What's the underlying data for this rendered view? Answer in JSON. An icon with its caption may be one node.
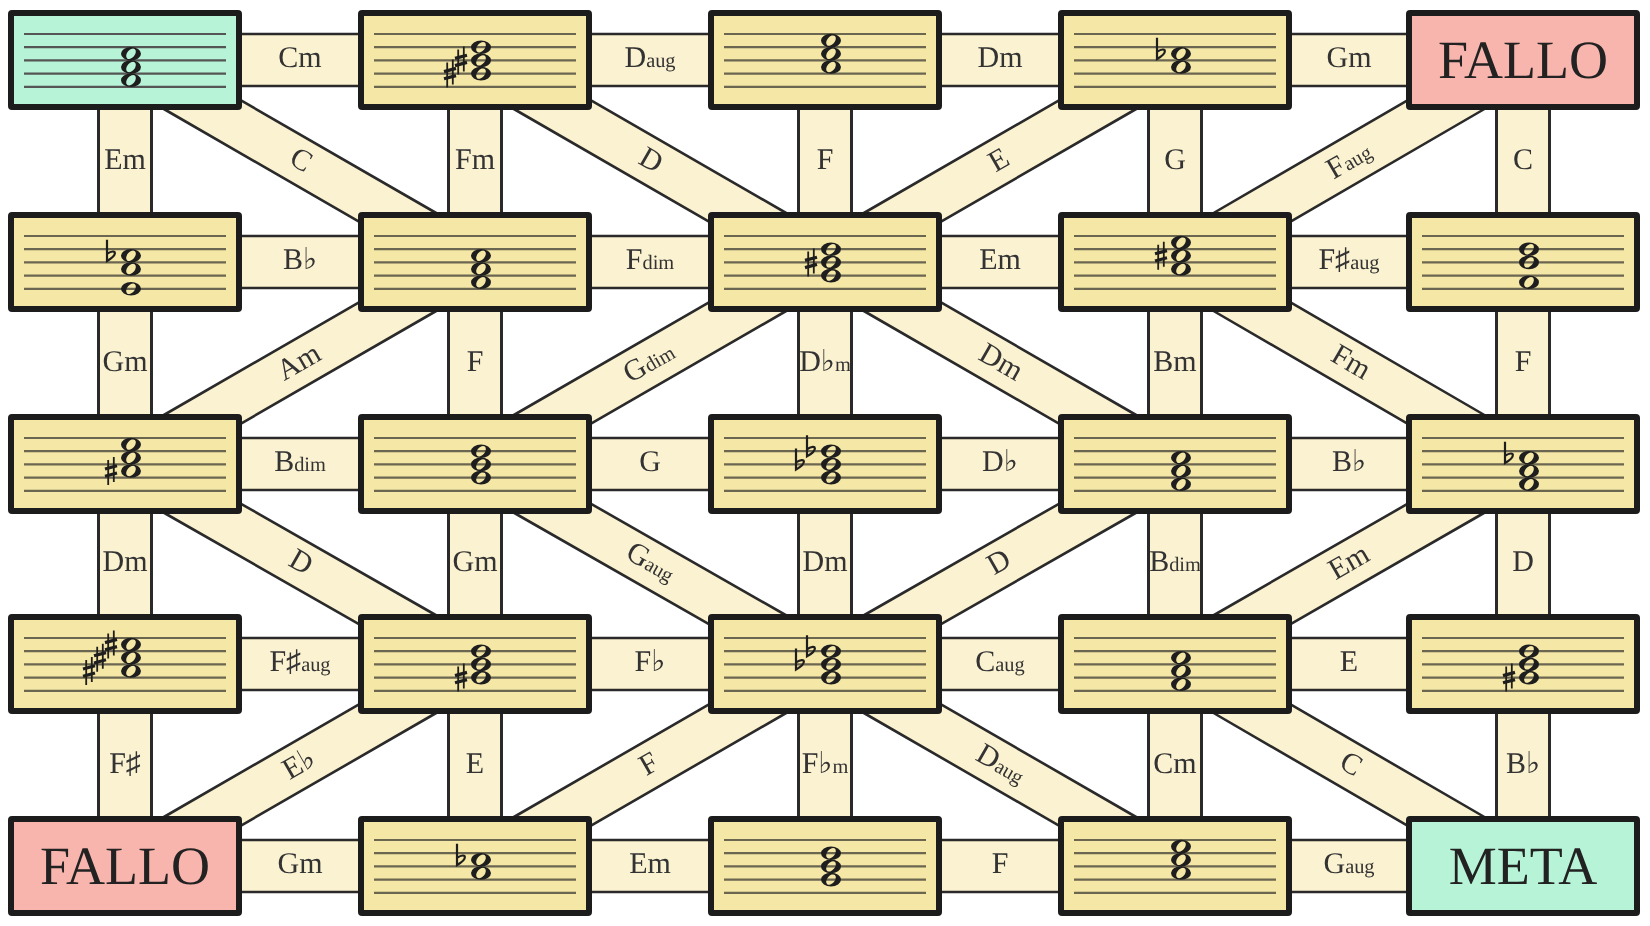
{
  "diagram": {
    "nodes": [
      {
        "text": [],
        "shape": "picture"
      },
      {
        "text": [],
        "shape": "picture"
      },
      {
        "text": [],
        "shape": "picture"
      },
      {
        "text": [],
        "shape": "picture"
      },
      {
        "text": [
          "FALLO"
        ]
      },
      {
        "text": [],
        "shape": "picture"
      },
      {
        "text": [],
        "shape": "picture"
      },
      {
        "text": [],
        "shape": "picture"
      },
      {
        "text": [],
        "shape": "picture"
      },
      {
        "text": [],
        "shape": "picture"
      },
      {
        "text": [],
        "shape": "picture"
      },
      {
        "text": [],
        "shape": "picture"
      },
      {
        "text": [],
        "shape": "picture"
      },
      {
        "text": [],
        "shape": "picture"
      },
      {
        "text": [],
        "shape": "picture"
      },
      {
        "text": [],
        "shape": "picture"
      },
      {
        "text": [],
        "shape": "picture"
      },
      {
        "text": [],
        "shape": "picture"
      },
      {
        "text": [],
        "shape": "picture"
      },
      {
        "text": [],
        "shape": "picture"
      },
      {
        "text": [
          "FALLO"
        ]
      },
      {
        "text": [],
        "shape": "picture"
      },
      {
        "text": [],
        "shape": "picture"
      },
      {
        "text": [],
        "shape": "picture"
      },
      {
        "text": [
          "META"
        ]
      }
    ],
    "edges": [
      {
        "from": 0,
        "to": 1,
        "label": "Cm",
        "arrow": "none"
      },
      {
        "from": 1,
        "to": 2,
        "label": "D$_{aug}$",
        "arrow": "none"
      },
      {
        "from": 2,
        "to": 3,
        "label": "Dm",
        "arrow": "none"
      },
      {
        "from": 3,
        "to": 4,
        "label": "Gm",
        "arrow": "none"
      },
      {
        "from": 0,
        "to": 5,
        "label": "Em",
        "arrow": "none"
      },
      {
        "from": 0,
        "to": 6,
        "label": "C",
        "arrow": "none"
      },
      {
        "from": 1,
        "to": 6,
        "label": "Fm",
        "arrow": "none"
      },
      {
        "from": 1,
        "to": 7,
        "label": "D",
        "arrow": "none"
      },
      {
        "from": 2,
        "to": 7,
        "label": "F",
        "arrow": "none"
      },
      {
        "from": 3,
        "to": 7,
        "label": "E",
        "arrow": "none"
      },
      {
        "from": 3,
        "to": 8,
        "label": "G",
        "arrow": "none"
      },
      {
        "from": 4,
        "to": 8,
        "label": "F$_{aug}$",
        "arrow": "none"
      },
      {
        "from": 4,
        "to": 9,
        "label": "C",
        "arrow": "none"
      },
      {
        "from": 5,
        "to": 6,
        "label": "B♭",
        "arrow": "none"
      },
      {
        "from": 6,
        "to": 7,
        "label": "F$_{dim}$",
        "arrow": "none"
      },
      {
        "from": 7,
        "to": 8,
        "label": "Em",
        "arrow": "none"
      },
      {
        "from": 8,
        "to": 9,
        "label": "F♯$_{aug}$",
        "arrow": "none"
      },
      {
        "from": 5,
        "to": 10,
        "label": "Gm",
        "arrow": "none"
      },
      {
        "from": 6,
        "to": 10,
        "label": "Am",
        "arrow": "none"
      },
      {
        "from": 6,
        "to": 11,
        "label": "F",
        "arrow": "none"
      },
      {
        "from": 7,
        "to": 11,
        "label": "G$_{dim}$",
        "arrow": "none"
      },
      {
        "from": 7,
        "to": 12,
        "label": "D♭$_{m}$",
        "arrow": "none"
      },
      {
        "from": 7,
        "to": 13,
        "label": "Dm",
        "arrow": "none"
      },
      {
        "from": 8,
        "to": 13,
        "label": "Bm",
        "arrow": "none"
      },
      {
        "from": 8,
        "to": 14,
        "label": "Fm",
        "arrow": "none"
      },
      {
        "from": 9,
        "to": 14,
        "label": "F",
        "arrow": "none"
      },
      {
        "from": 10,
        "to": 11,
        "label": "B$_{dim}$",
        "arrow": "none"
      },
      {
        "from": 11,
        "to": 12,
        "label": "G",
        "arrow": "none"
      },
      {
        "from": 12,
        "to": 13,
        "label": "D♭",
        "arrow": "none"
      },
      {
        "from": 13,
        "to": 14,
        "label": "B♭",
        "arrow": "none"
      },
      {
        "from": 10,
        "to": 15,
        "label": "Dm",
        "arrow": "none"
      },
      {
        "from": 10,
        "to": 16,
        "label": "D",
        "arrow": "none"
      },
      {
        "from": 11,
        "to": 16,
        "label": "Gm",
        "arrow": "none"
      },
      {
        "from": 11,
        "to": 17,
        "label": "G$_{aug}$",
        "arrow": "none"
      },
      {
        "from": 12,
        "to": 17,
        "label": "Dm",
        "arrow": "none"
      },
      {
        "from": 13,
        "to": 17,
        "label": "D",
        "arrow": "none"
      },
      {
        "from": 13,
        "to": 18,
        "label": "B$_{dim}$",
        "arrow": "none"
      },
      {
        "from": 14,
        "to": 18,
        "label": "Em",
        "arrow": "none"
      },
      {
        "from": 14,
        "to": 19,
        "label": "D",
        "arrow": "none"
      },
      {
        "from": 15,
        "to": 16,
        "label": "F♯$_{aug}$",
        "arrow": "none"
      },
      {
        "from": 16,
        "to": 17,
        "label": "F♭",
        "arrow": "none"
      },
      {
        "from": 17,
        "to": 18,
        "label": "C$_{aug}$",
        "arrow": "none"
      },
      {
        "from": 18,
        "to": 19,
        "label": "E",
        "arrow": "none"
      },
      {
        "from": 15,
        "to": 20,
        "label": "F♯",
        "arrow": "none"
      },
      {
        "from": 16,
        "to": 20,
        "label": "E♭",
        "arrow": "none"
      },
      {
        "from": 16,
        "to": 21,
        "label": "E",
        "arrow": "none"
      },
      {
        "from": 17,
        "to": 21,
        "label": "F",
        "arrow": "none"
      },
      {
        "from": 17,
        "to": 22,
        "label": "F♭$_{m}$",
        "arrow": "none"
      },
      {
        "from": 17,
        "to": 23,
        "label": "D$_{aug}$",
        "arrow": "none"
      },
      {
        "from": 18,
        "to": 23,
        "label": "Cm",
        "arrow": "none"
      },
      {
        "from": 18,
        "to": 24,
        "label": "C",
        "arrow": "none"
      },
      {
        "from": 19,
        "to": 24,
        "label": "B♭",
        "arrow": "none"
      },
      {
        "from": 20,
        "to": 21,
        "label": "Gm",
        "arrow": "none"
      },
      {
        "from": 21,
        "to": 22,
        "label": "Em",
        "arrow": "none"
      },
      {
        "from": 22,
        "to": 23,
        "label": "F",
        "arrow": "none"
      },
      {
        "from": 23,
        "to": 24,
        "label": "G$_{aug}$",
        "arrow": "none"
      }
    ]
  }
}
